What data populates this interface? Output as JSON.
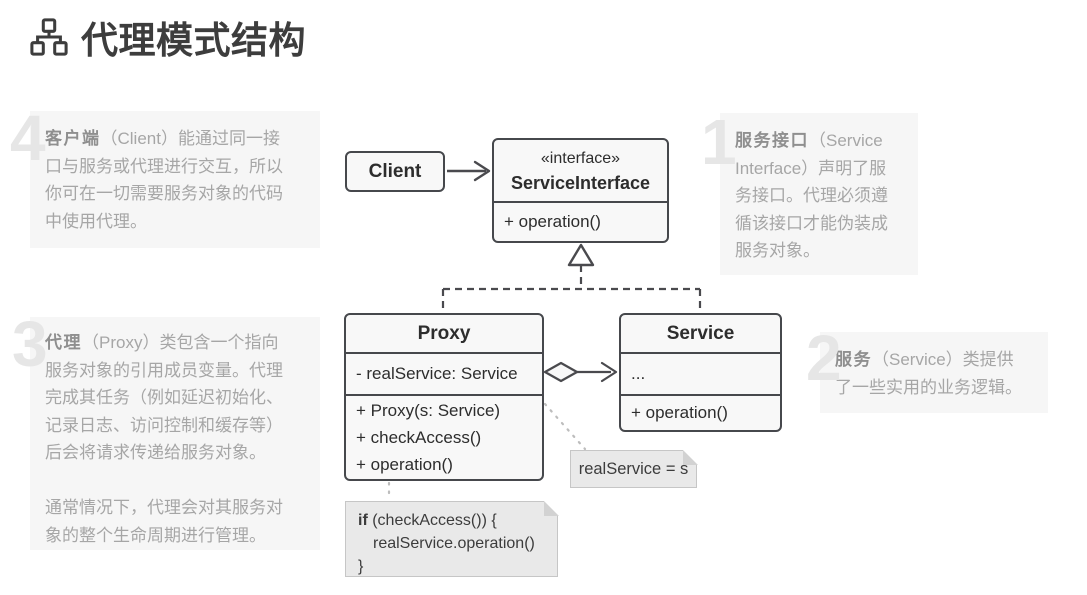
{
  "page": {
    "title": "代理模式结构"
  },
  "annotations": {
    "n1": {
      "number": "1",
      "bold": "服务接口",
      "text": "（Service\nInterface）声明了服\n务接口。代理必须遵\n循该接口才能伪装成\n服务对象。"
    },
    "n2": {
      "number": "2",
      "bold": "服务",
      "text": "（Service）类提供\n了一些实用的业务逻辑。"
    },
    "n3": {
      "number": "3",
      "bold": "代理",
      "text": "（Proxy）类包含一个指向\n服务对象的引用成员变量。代理\n完成其任务（例如延迟初始化、\n记录日志、访问控制和缓存等）\n后会将请求传递给服务对象。\n\n通常情况下，代理会对其服务对\n象的整个生命周期进行管理。"
    },
    "n4": {
      "number": "4",
      "bold": "客户端",
      "text": "（Client）能通过同一接\n口与服务或代理进行交互，所以\n你可在一切需要服务对象的代码\n中使用代理。"
    }
  },
  "diagram": {
    "client": {
      "title": "Client"
    },
    "service_interface": {
      "stereotype": "«interface»",
      "title": "ServiceInterface",
      "methods": [
        "+ operation()"
      ]
    },
    "proxy": {
      "title": "Proxy",
      "attributes": [
        "- realService: Service"
      ],
      "methods": [
        "+ Proxy(s: Service)",
        "+ checkAccess()",
        "+ operation()"
      ]
    },
    "service": {
      "title": "Service",
      "attributes": [
        "..."
      ],
      "methods": [
        "+ operation()"
      ]
    },
    "note_assignment": {
      "text": "realService = s"
    },
    "note_code": {
      "keyword": "if",
      "line1_rest": " (checkAccess()) {",
      "line2": "realService.operation()",
      "line3": "}"
    }
  },
  "colors": {
    "box_border": "#46484c",
    "box_fill": "#f8f8f8",
    "note_fill": "#e9e9e9",
    "annotation_bg": "#f6f6f6",
    "annotation_text": "#a6a6a6",
    "title_text": "#3d3d3d"
  }
}
